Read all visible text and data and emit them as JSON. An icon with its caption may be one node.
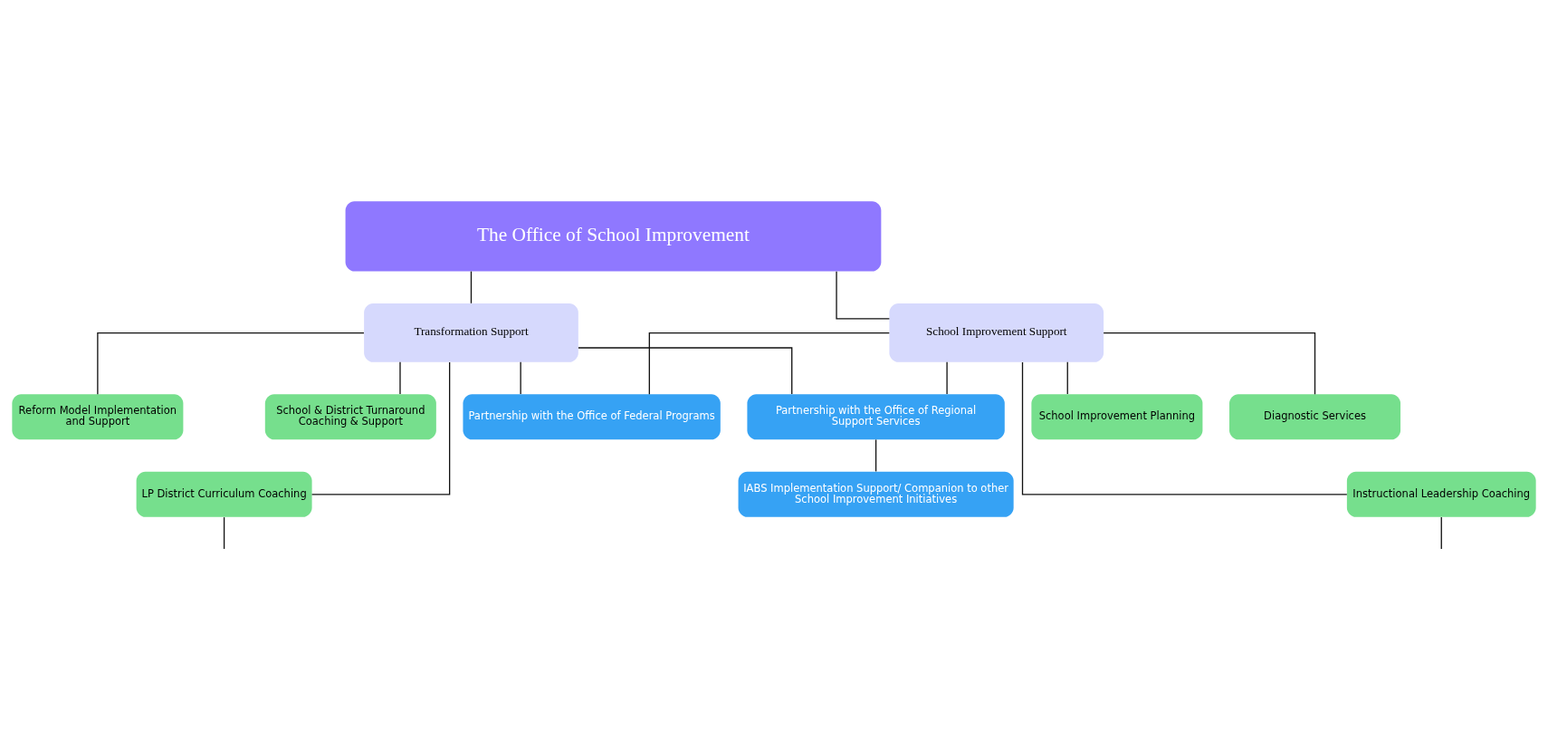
{
  "diagram": {
    "nodes": [
      {
        "text": [
          "The Office of School Improvement"
        ]
      },
      {
        "text": [
          "School Improvement Support"
        ]
      },
      {
        "text": [
          "Transformation Support"
        ]
      },
      {
        "text": [
          "School Improvement Planning"
        ]
      },
      {
        "text": [
          "School & District Turnaround Coaching & Support"
        ]
      },
      {
        "text": [
          "Partnership with the Office of Federal Programs"
        ]
      },
      {
        "text": [
          "Diagnostic Services"
        ]
      },
      {
        "text": [
          "Reform Model Implementation and Support"
        ]
      },
      {
        "text": [
          "Partnership with the Office of Regional Support Services"
        ]
      },
      {
        "text": [
          "Instructional Leadership Coaching"
        ]
      },
      {
        "text": [
          "LP District Curriculum Coaching"
        ]
      },
      {
        "text": [
          "IABS Implementation Support/ Companion to other School Improvement Initiatives"
        ]
      }
    ],
    "edges": [
      {
        "from": 0,
        "to": 1,
        "arrow": "none"
      },
      {
        "from": 0,
        "to": 2,
        "arrow": "none"
      },
      {
        "from": 1,
        "to": 3,
        "arrow": "none"
      },
      {
        "from": 1,
        "to": 5,
        "arrow": "none"
      },
      {
        "from": 1,
        "to": 6,
        "arrow": "none"
      },
      {
        "from": 1,
        "to": 8,
        "arrow": "none"
      },
      {
        "from": 1,
        "to": 9,
        "arrow": "none"
      },
      {
        "from": 2,
        "to": 4,
        "arrow": "none"
      },
      {
        "from": 2,
        "to": 5,
        "arrow": "none"
      },
      {
        "from": 2,
        "to": 7,
        "arrow": "none"
      },
      {
        "from": 2,
        "to": 8,
        "arrow": "none"
      },
      {
        "from": 2,
        "to": 10,
        "arrow": "none"
      },
      {
        "from": 8,
        "to": 11,
        "arrow": "none"
      },
      {
        "from": 9,
        "to": null,
        "arrow": "none"
      },
      {
        "from": 10,
        "to": null,
        "arrow": "none"
      }
    ]
  }
}
